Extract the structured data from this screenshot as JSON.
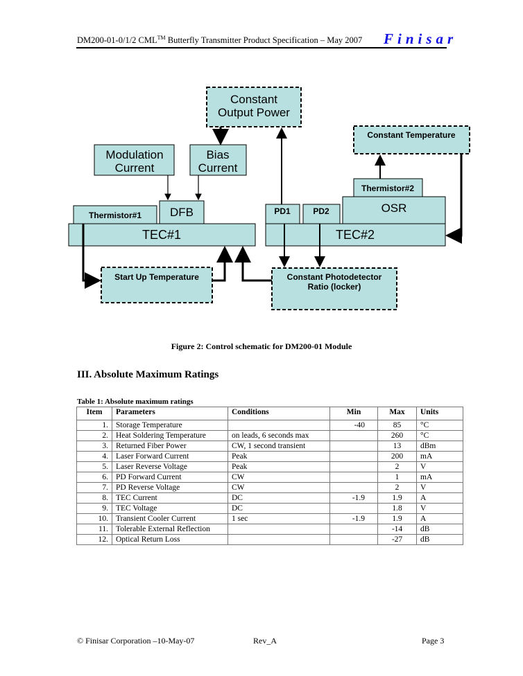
{
  "header": {
    "title": "DM200-01-0/1/2 CML",
    "tm": "TM",
    "title_rest": " Butterfly Transmitter Product Specification – May 2007",
    "logo": "Finisar"
  },
  "diagram": {
    "constant_output_power": [
      "Constant",
      "Output Power"
    ],
    "modulation_current": [
      "Modulation",
      "Current"
    ],
    "bias_current": [
      "Bias",
      "Current"
    ],
    "constant_temperature": "Constant Temperature",
    "thermistor2": "Thermistor#2",
    "osr": "OSR",
    "thermistor1": "Thermistor#1",
    "dfb": "DFB",
    "pd1": "PD1",
    "pd2": "PD2",
    "tec1": "TEC#1",
    "tec2": "TEC#2",
    "startup_temperature": "Start Up Temperature",
    "constant_pd_ratio": [
      "Constant Photodetector",
      "Ratio (locker)"
    ],
    "fill": "#b8e0e0"
  },
  "figure_caption": "Figure 2: Control schematic for DM200-01 Module",
  "section_title": "III. Absolute Maximum Ratings",
  "table": {
    "caption": "Table 1: Absolute maximum ratings",
    "headers": [
      "Item",
      "Parameters",
      "Conditions",
      "Min",
      "Max",
      "Units"
    ],
    "rows": [
      [
        "1.",
        "Storage Temperature",
        "",
        "-40",
        "85",
        "°C"
      ],
      [
        "2.",
        "Heat Soldering Temperature",
        "on leads, 6 seconds max",
        "",
        "260",
        "°C"
      ],
      [
        "3.",
        "Returned Fiber Power",
        "CW, 1 second transient",
        "",
        "13",
        "dBm"
      ],
      [
        "4.",
        "Laser Forward Current",
        "Peak",
        "",
        "200",
        "mA"
      ],
      [
        "5.",
        "Laser Reverse Voltage",
        "Peak",
        "",
        "2",
        "V"
      ],
      [
        "6.",
        "PD Forward Current",
        "CW",
        "",
        "1",
        "mA"
      ],
      [
        "7.",
        "PD Reverse Voltage",
        "CW",
        "",
        "2",
        "V"
      ],
      [
        "8.",
        "TEC Current",
        "DC",
        "-1.9",
        "1.9",
        "A"
      ],
      [
        "9.",
        "TEC Voltage",
        "DC",
        "",
        "1.8",
        "V"
      ],
      [
        "10.",
        "Transient Cooler Current",
        "1 sec",
        "-1.9",
        "1.9",
        "A"
      ],
      [
        "11.",
        "Tolerable External Reflection",
        "",
        "",
        "-14",
        "dB"
      ],
      [
        "12.",
        "Optical Return Loss",
        "",
        "",
        "-27",
        "dB"
      ]
    ]
  },
  "footer": {
    "left": "© Finisar Corporation –10-May-07",
    "center": "Rev_A",
    "right": "Page 3"
  }
}
